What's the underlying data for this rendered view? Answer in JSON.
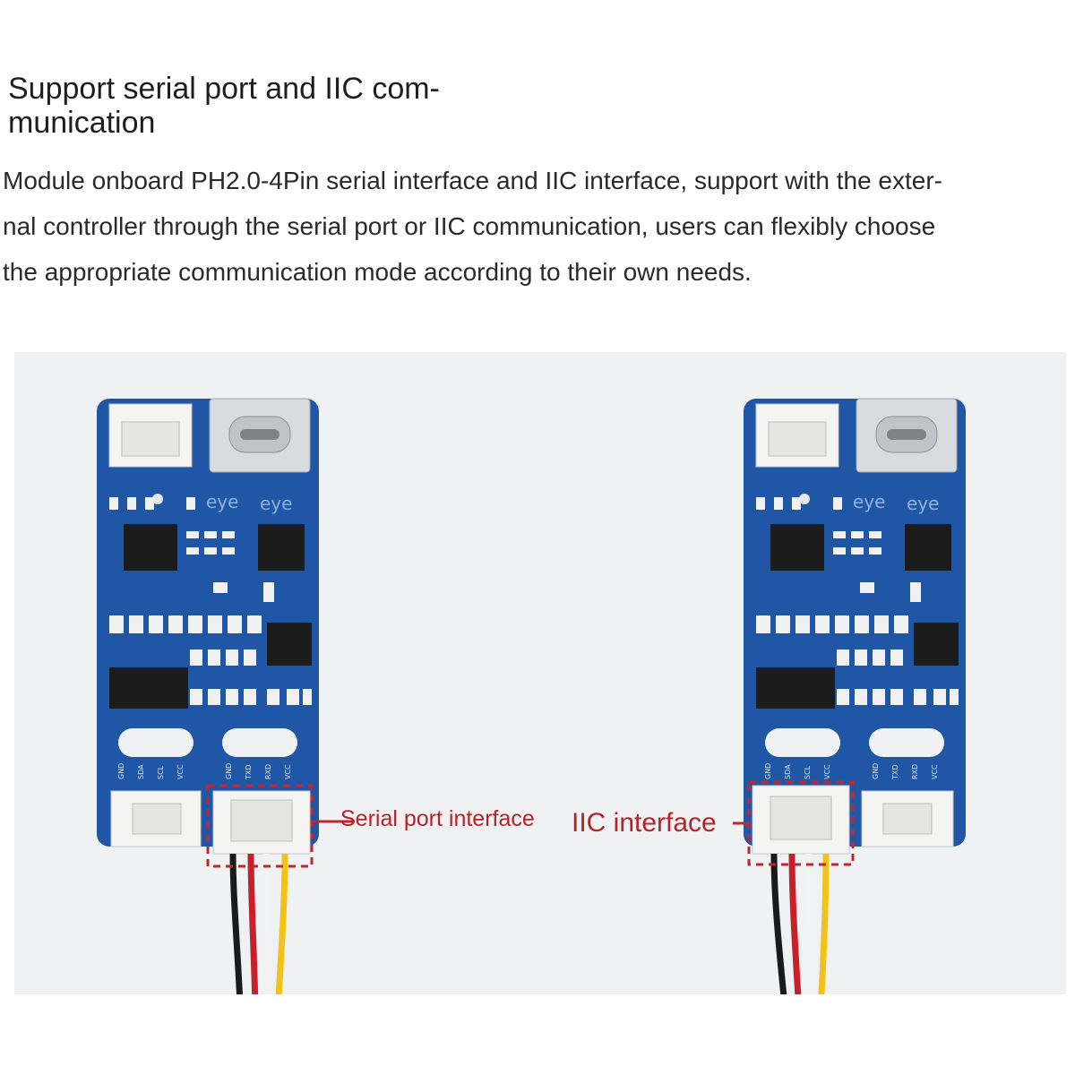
{
  "heading": {
    "line1": "Support serial port and IIC com-",
    "line2": "munication"
  },
  "paragraph": {
    "line1": "Module onboard PH2.0-4Pin serial interface and IIC interface, support with the exter-",
    "line2": "nal controller through the serial port or IIC communication, users can flexibly choose",
    "line3": "the appropriate communication mode according to their own needs."
  },
  "callouts": {
    "serial": "Serial port interface",
    "iic": "IIC interface"
  },
  "board_silkscreen": {
    "marks": [
      "eye",
      "eye"
    ],
    "iic_pins": [
      "GND",
      "SDA",
      "SCL",
      "VCC"
    ],
    "uart_pins": [
      "GND",
      "TXD",
      "RXD",
      "VCC"
    ]
  },
  "colors": {
    "pcb": "#1f57a6",
    "highlight_box": "#c0262d",
    "wire_black": "#1a1a1a",
    "wire_red": "#c8202a",
    "wire_white": "#f2f2f2",
    "wire_yellow": "#f2c21a"
  }
}
